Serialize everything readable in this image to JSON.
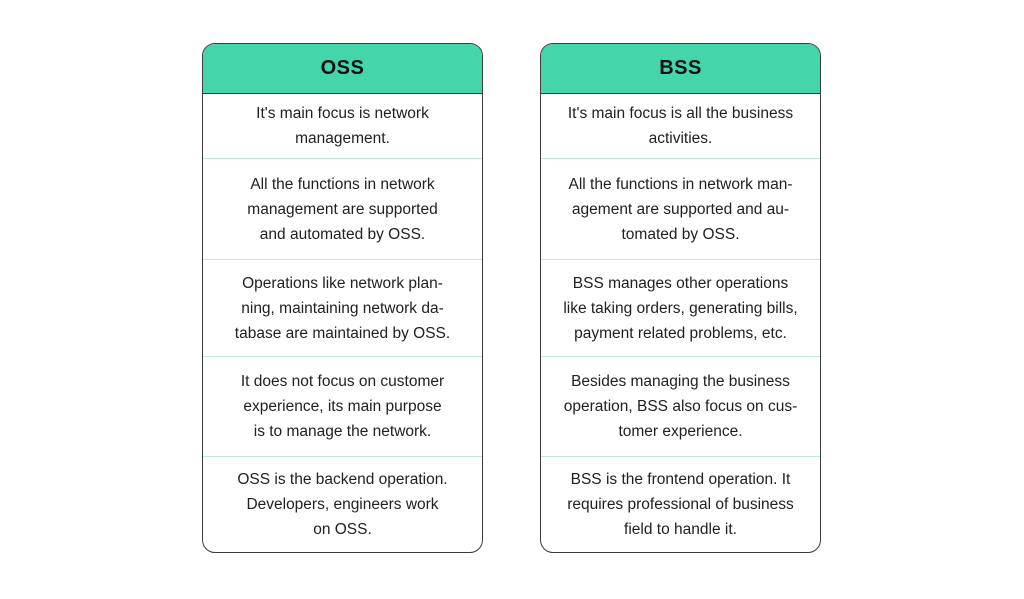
{
  "colors": {
    "page_bg": "#ffffff",
    "header_bg": "#45d5ab",
    "header_text": "#111111",
    "card_border": "#3b3b3b",
    "divider": "#bce8df",
    "text_color": "#212121"
  },
  "columns": [
    {
      "id": "oss",
      "header": "OSS",
      "rows": [
        "It's main focus is network\nmanagement.",
        "All the functions in network\nmanagement are supported\nand automated by OSS.",
        "Operations like network plan-\nning, maintaining network da-\ntabase are maintained by OSS.",
        "It does not focus on customer\nexperience, its main purpose\nis to manage the network.",
        "OSS is the backend operation.\nDevelopers, engineers work\non OSS."
      ]
    },
    {
      "id": "bss",
      "header": "BSS",
      "rows": [
        "It's main focus is all the business\nactivities.",
        "All the functions in network man-\nagement are supported and au-\ntomated by OSS.",
        "BSS manages other operations\nlike taking orders, generating bills,\npayment related problems, etc.",
        "Besides managing the business\noperation, BSS also focus on cus-\ntomer experience.",
        "BSS is the frontend operation. It\nrequires professional of business\nfield to handle it."
      ]
    }
  ]
}
